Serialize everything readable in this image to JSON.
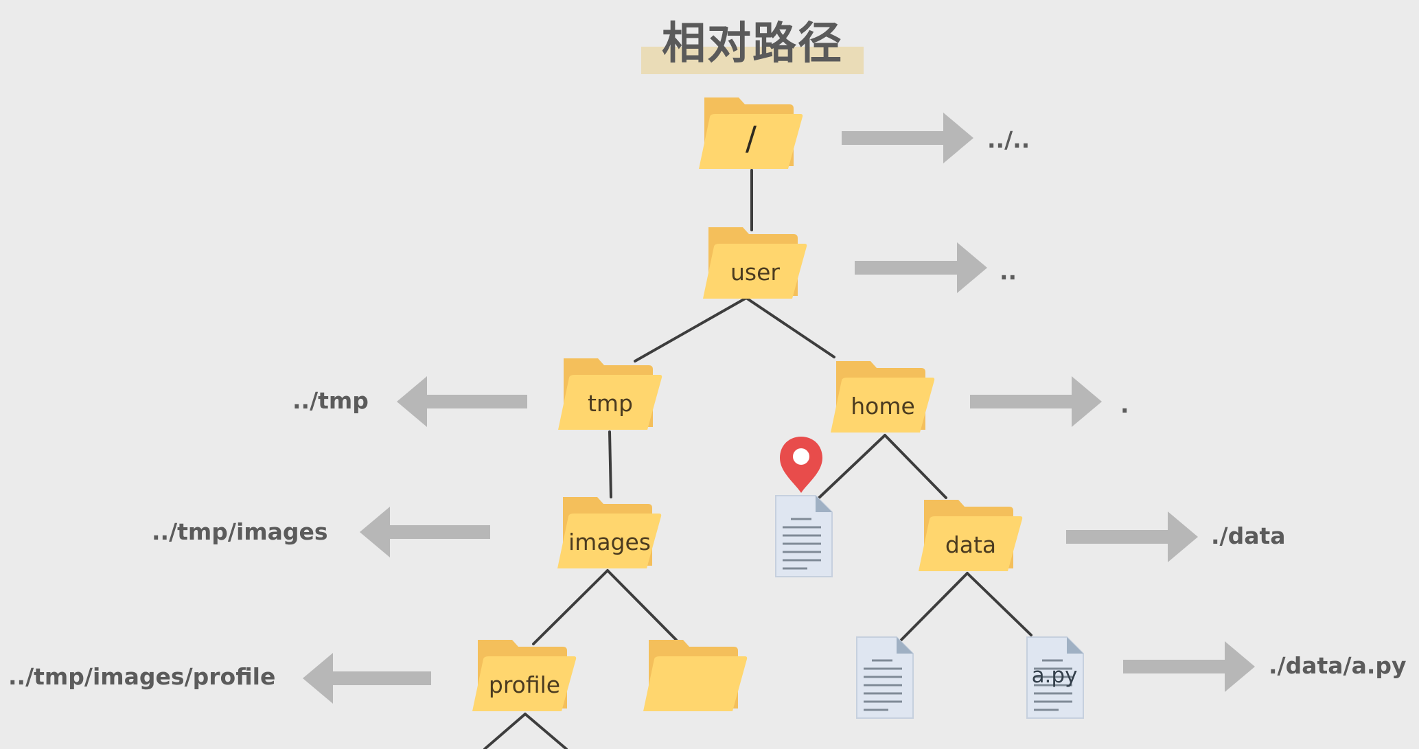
{
  "title": "相对路径",
  "nodes": {
    "root": {
      "label": "/",
      "kind": "folder",
      "relative_path": "../.."
    },
    "user": {
      "label": "user",
      "kind": "folder",
      "relative_path": ".."
    },
    "tmp": {
      "label": "tmp",
      "kind": "folder",
      "relative_path": "../tmp"
    },
    "home": {
      "label": "home",
      "kind": "folder",
      "relative_path": "."
    },
    "images": {
      "label": "images",
      "kind": "folder",
      "relative_path": "../tmp/images"
    },
    "current_file": {
      "label": "",
      "kind": "file",
      "relative_path": "",
      "marker": "map-pin-icon"
    },
    "data": {
      "label": "data",
      "kind": "folder",
      "relative_path": "./data"
    },
    "profile": {
      "label": "profile",
      "kind": "folder",
      "relative_path": "../tmp/images/profile"
    },
    "unnamed_folder": {
      "label": "",
      "kind": "folder",
      "relative_path": ""
    },
    "data_file": {
      "label": "",
      "kind": "file",
      "relative_path": ""
    },
    "a_py": {
      "label": "a.py",
      "kind": "file",
      "relative_path": "./data/a.py"
    }
  },
  "colors": {
    "background": "#ebebeb",
    "folder_body": "#ffd66e",
    "folder_tab": "#f4bf5b",
    "arrow": "#b7b7b7",
    "line": "#3d3d3d",
    "pin": "#e84c4b",
    "title_highlight": "#eadcb7"
  }
}
